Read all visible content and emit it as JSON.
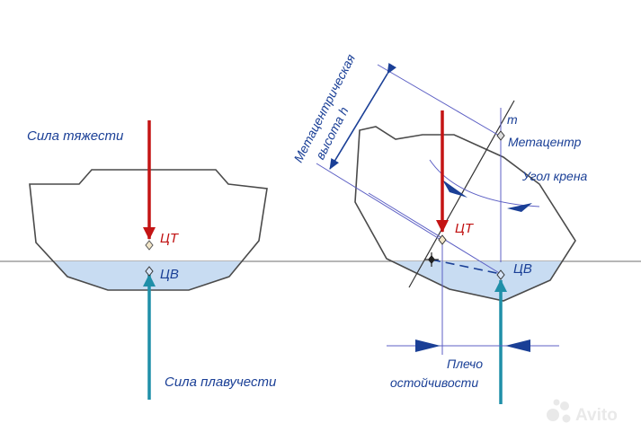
{
  "colors": {
    "hull_stroke": "#4a4a4a",
    "water_fill": "#c8dcf2",
    "gravity_arrow": "#c41414",
    "buoyancy_arrow": "#1f8fa8",
    "guide_line": "#5c5fc4",
    "label_blue": "#1a3f96",
    "label_red": "#c01010",
    "waterline": "#8a8a8a"
  },
  "left_diagram": {
    "gravity_label": "Сила тяжести",
    "cg_label": "ЦТ",
    "cb_label": "ЦВ",
    "buoyancy_label": "Сила плавучести"
  },
  "right_diagram": {
    "metacentric_height_label_1": "Метацентрическая",
    "metacentric_height_label_2": "высота h",
    "metacenter_letter": "m",
    "metacenter_label": "Метацентр",
    "heel_angle_label": "Угол крена",
    "cg_label": "ЦТ",
    "cb_label": "ЦВ",
    "stability_arm_label_1": "Плечо",
    "stability_arm_label_2": "остойчивости"
  },
  "watermark": {
    "text": "Avito",
    "icon": "avito-dots-icon"
  }
}
